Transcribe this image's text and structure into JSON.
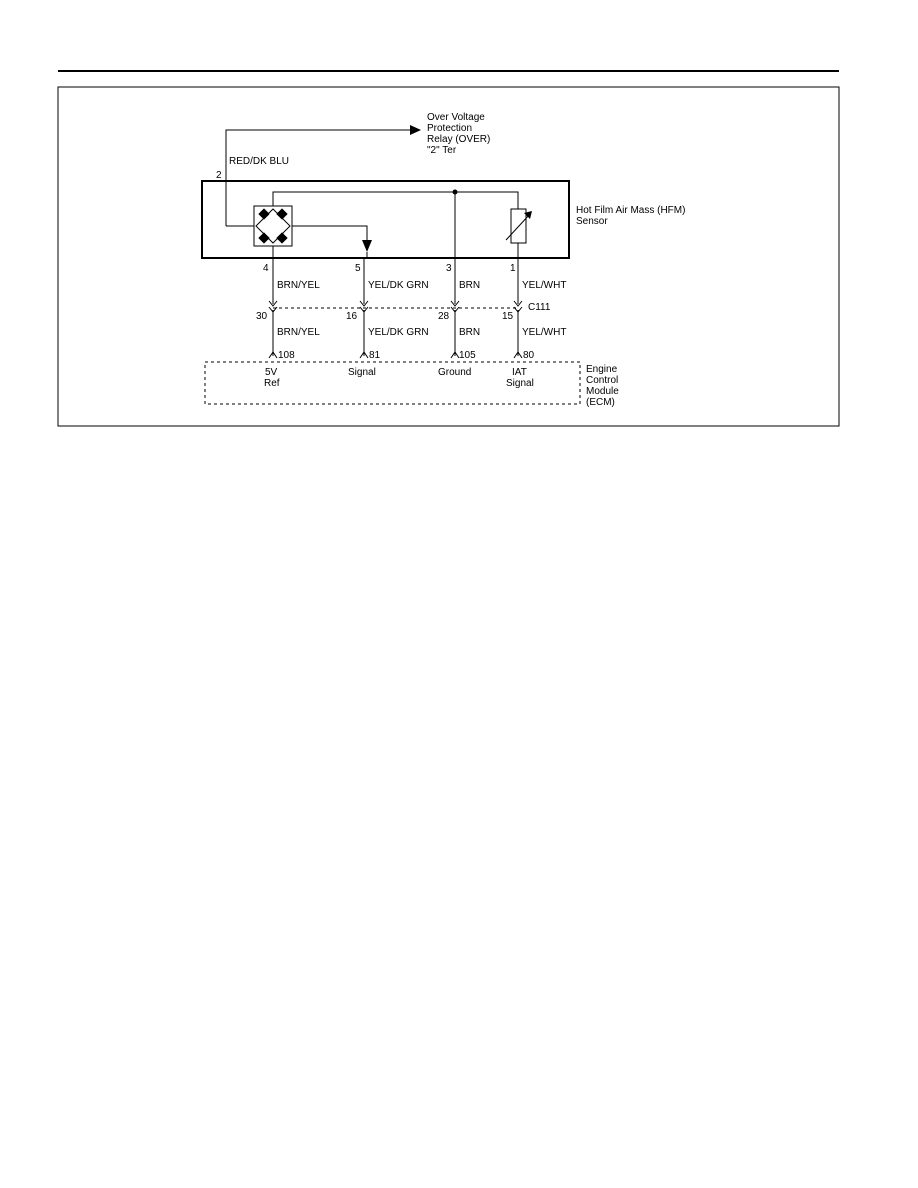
{
  "diagram": {
    "over_voltage_relay": [
      "Over Voltage",
      "Protection",
      "Relay (OVER)",
      "\"2\" Ter"
    ],
    "hfm_sensor": [
      "Hot Film Air Mass (HFM)",
      "Sensor"
    ],
    "ecm": [
      "Engine",
      "Control",
      "Module",
      "(ECM)"
    ],
    "connector_name": "C111",
    "power_wire": {
      "pin": "2",
      "color": "RED/DK BLU"
    },
    "circuits": [
      {
        "sensor_pin": "4",
        "upper_wire": "BRN/YEL",
        "connector_pin": "30",
        "lower_wire": "BRN/YEL",
        "ecm_pin": "108",
        "ecm_label": [
          "5V",
          "Ref"
        ]
      },
      {
        "sensor_pin": "5",
        "upper_wire": "YEL/DK GRN",
        "connector_pin": "16",
        "lower_wire": "YEL/DK GRN",
        "ecm_pin": "81",
        "ecm_label": [
          "Signal"
        ]
      },
      {
        "sensor_pin": "3",
        "upper_wire": "BRN",
        "connector_pin": "28",
        "lower_wire": "BRN",
        "ecm_pin": "105",
        "ecm_label": [
          "Ground"
        ]
      },
      {
        "sensor_pin": "1",
        "upper_wire": "YEL/WHT",
        "connector_pin": "15",
        "lower_wire": "YEL/WHT",
        "ecm_pin": "80",
        "ecm_label": [
          "IAT",
          "Signal"
        ]
      }
    ]
  }
}
